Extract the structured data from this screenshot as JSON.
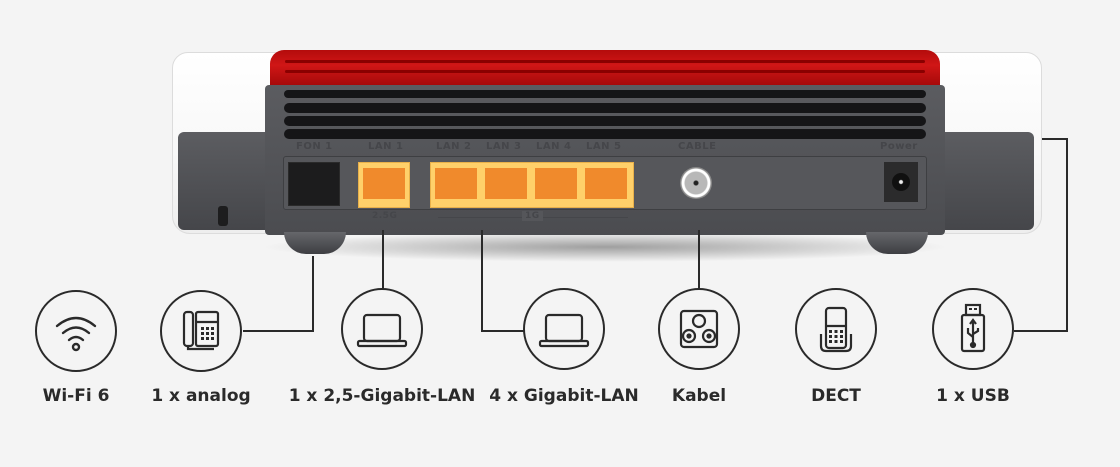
{
  "product": {
    "port_labels": {
      "fon": "FON 1",
      "lan1": "LAN 1",
      "lan2": "LAN 2",
      "lan3": "LAN 3",
      "lan4": "LAN 4",
      "lan5": "LAN 5",
      "cable": "CABLE",
      "power": "Power"
    },
    "speed_labels": {
      "lan1": "2.5G",
      "lan2_5": "1G"
    },
    "colors": {
      "red": "#c8101a",
      "port_orange": "#f08a2c",
      "port_yellow": "#ffd06a",
      "body_grey": "#55565a",
      "line": "#2a2a2a",
      "background": "#f4f4f4"
    }
  },
  "features": [
    {
      "icon": "wifi-icon",
      "label": "Wi-Fi 6"
    },
    {
      "icon": "analog-phone-icon",
      "label": "1 x analog"
    },
    {
      "icon": "laptop-icon",
      "label": "1 x 2,5-Gigabit-LAN"
    },
    {
      "icon": "laptop-icon",
      "label": "4 x Gigabit-LAN"
    },
    {
      "icon": "coax-socket-icon",
      "label": "Kabel"
    },
    {
      "icon": "dect-phone-icon",
      "label": "DECT"
    },
    {
      "icon": "usb-icon",
      "label": "1 x USB"
    }
  ]
}
